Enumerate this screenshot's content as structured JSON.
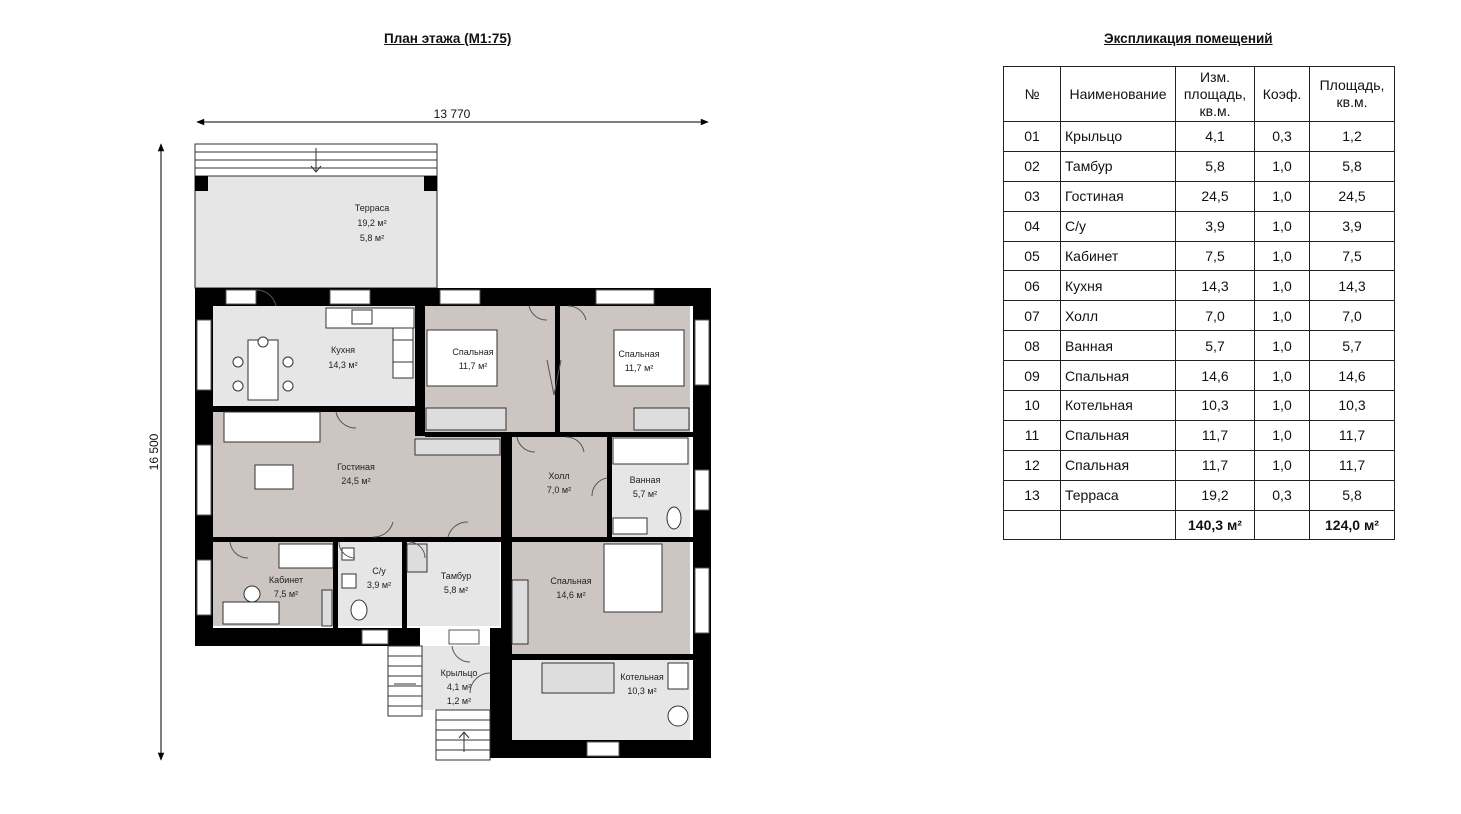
{
  "plan_title": "План этажа (М1:75)",
  "table_title": "Экспликация помещений",
  "dimensions": {
    "width": "13 770",
    "height": "16 500"
  },
  "rooms": {
    "terrace": {
      "name": "Терраса",
      "area": "19,2 м²",
      "area2": "5,8 м²"
    },
    "kitchen": {
      "name": "Кухня",
      "area": "14,3 м²"
    },
    "bedroom11": {
      "name": "Спальная",
      "area": "11,7 м²"
    },
    "bedroom12": {
      "name": "Спальная",
      "area": "11,7 м²"
    },
    "living": {
      "name": "Гостиная",
      "area": "24,5 м²"
    },
    "hall": {
      "name": "Холл",
      "area": "7,0 м²"
    },
    "bath": {
      "name": "Ванная",
      "area": "5,7 м²"
    },
    "study": {
      "name": "Кабинет",
      "area": "7,5 м²"
    },
    "wc": {
      "name": "С/у",
      "area": "3,9 м²"
    },
    "vestibule": {
      "name": "Тамбур",
      "area": "5,8 м²"
    },
    "bedroom09": {
      "name": "Спальная",
      "area": "14,6 м²"
    },
    "porch": {
      "name": "Крыльцо",
      "area": "4,1 м²",
      "area2": "1,2 м²"
    },
    "boiler": {
      "name": "Котельная",
      "area": "10,3 м²"
    }
  },
  "table": {
    "headers": [
      "№",
      "Наименование",
      "Изм. площадь, кв.м.",
      "Коэф.",
      "Площадь, кв.м."
    ],
    "rows": [
      [
        "01",
        "Крыльцо",
        "4,1",
        "0,3",
        "1,2"
      ],
      [
        "02",
        "Тамбур",
        "5,8",
        "1,0",
        "5,8"
      ],
      [
        "03",
        "Гостиная",
        "24,5",
        "1,0",
        "24,5"
      ],
      [
        "04",
        "С/у",
        "3,9",
        "1,0",
        "3,9"
      ],
      [
        "05",
        "Кабинет",
        "7,5",
        "1,0",
        "7,5"
      ],
      [
        "06",
        "Кухня",
        "14,3",
        "1,0",
        "14,3"
      ],
      [
        "07",
        "Холл",
        "7,0",
        "1,0",
        "7,0"
      ],
      [
        "08",
        "Ванная",
        "5,7",
        "1,0",
        "5,7"
      ],
      [
        "09",
        "Спальная",
        "14,6",
        "1,0",
        "14,6"
      ],
      [
        "10",
        "Котельная",
        "10,3",
        "1,0",
        "10,3"
      ],
      [
        "11",
        "Спальная",
        "11,7",
        "1,0",
        "11,7"
      ],
      [
        "12",
        "Спальная",
        "11,7",
        "1,0",
        "11,7"
      ],
      [
        "13",
        "Терраса",
        "19,2",
        "0,3",
        "5,8"
      ]
    ],
    "totals": {
      "measured": "140,3 м²",
      "area": "124,0 м²"
    }
  },
  "colors": {
    "floor_room": "#ccc5c2",
    "floor_light": "#e6e6e6",
    "wall": "#000000"
  }
}
